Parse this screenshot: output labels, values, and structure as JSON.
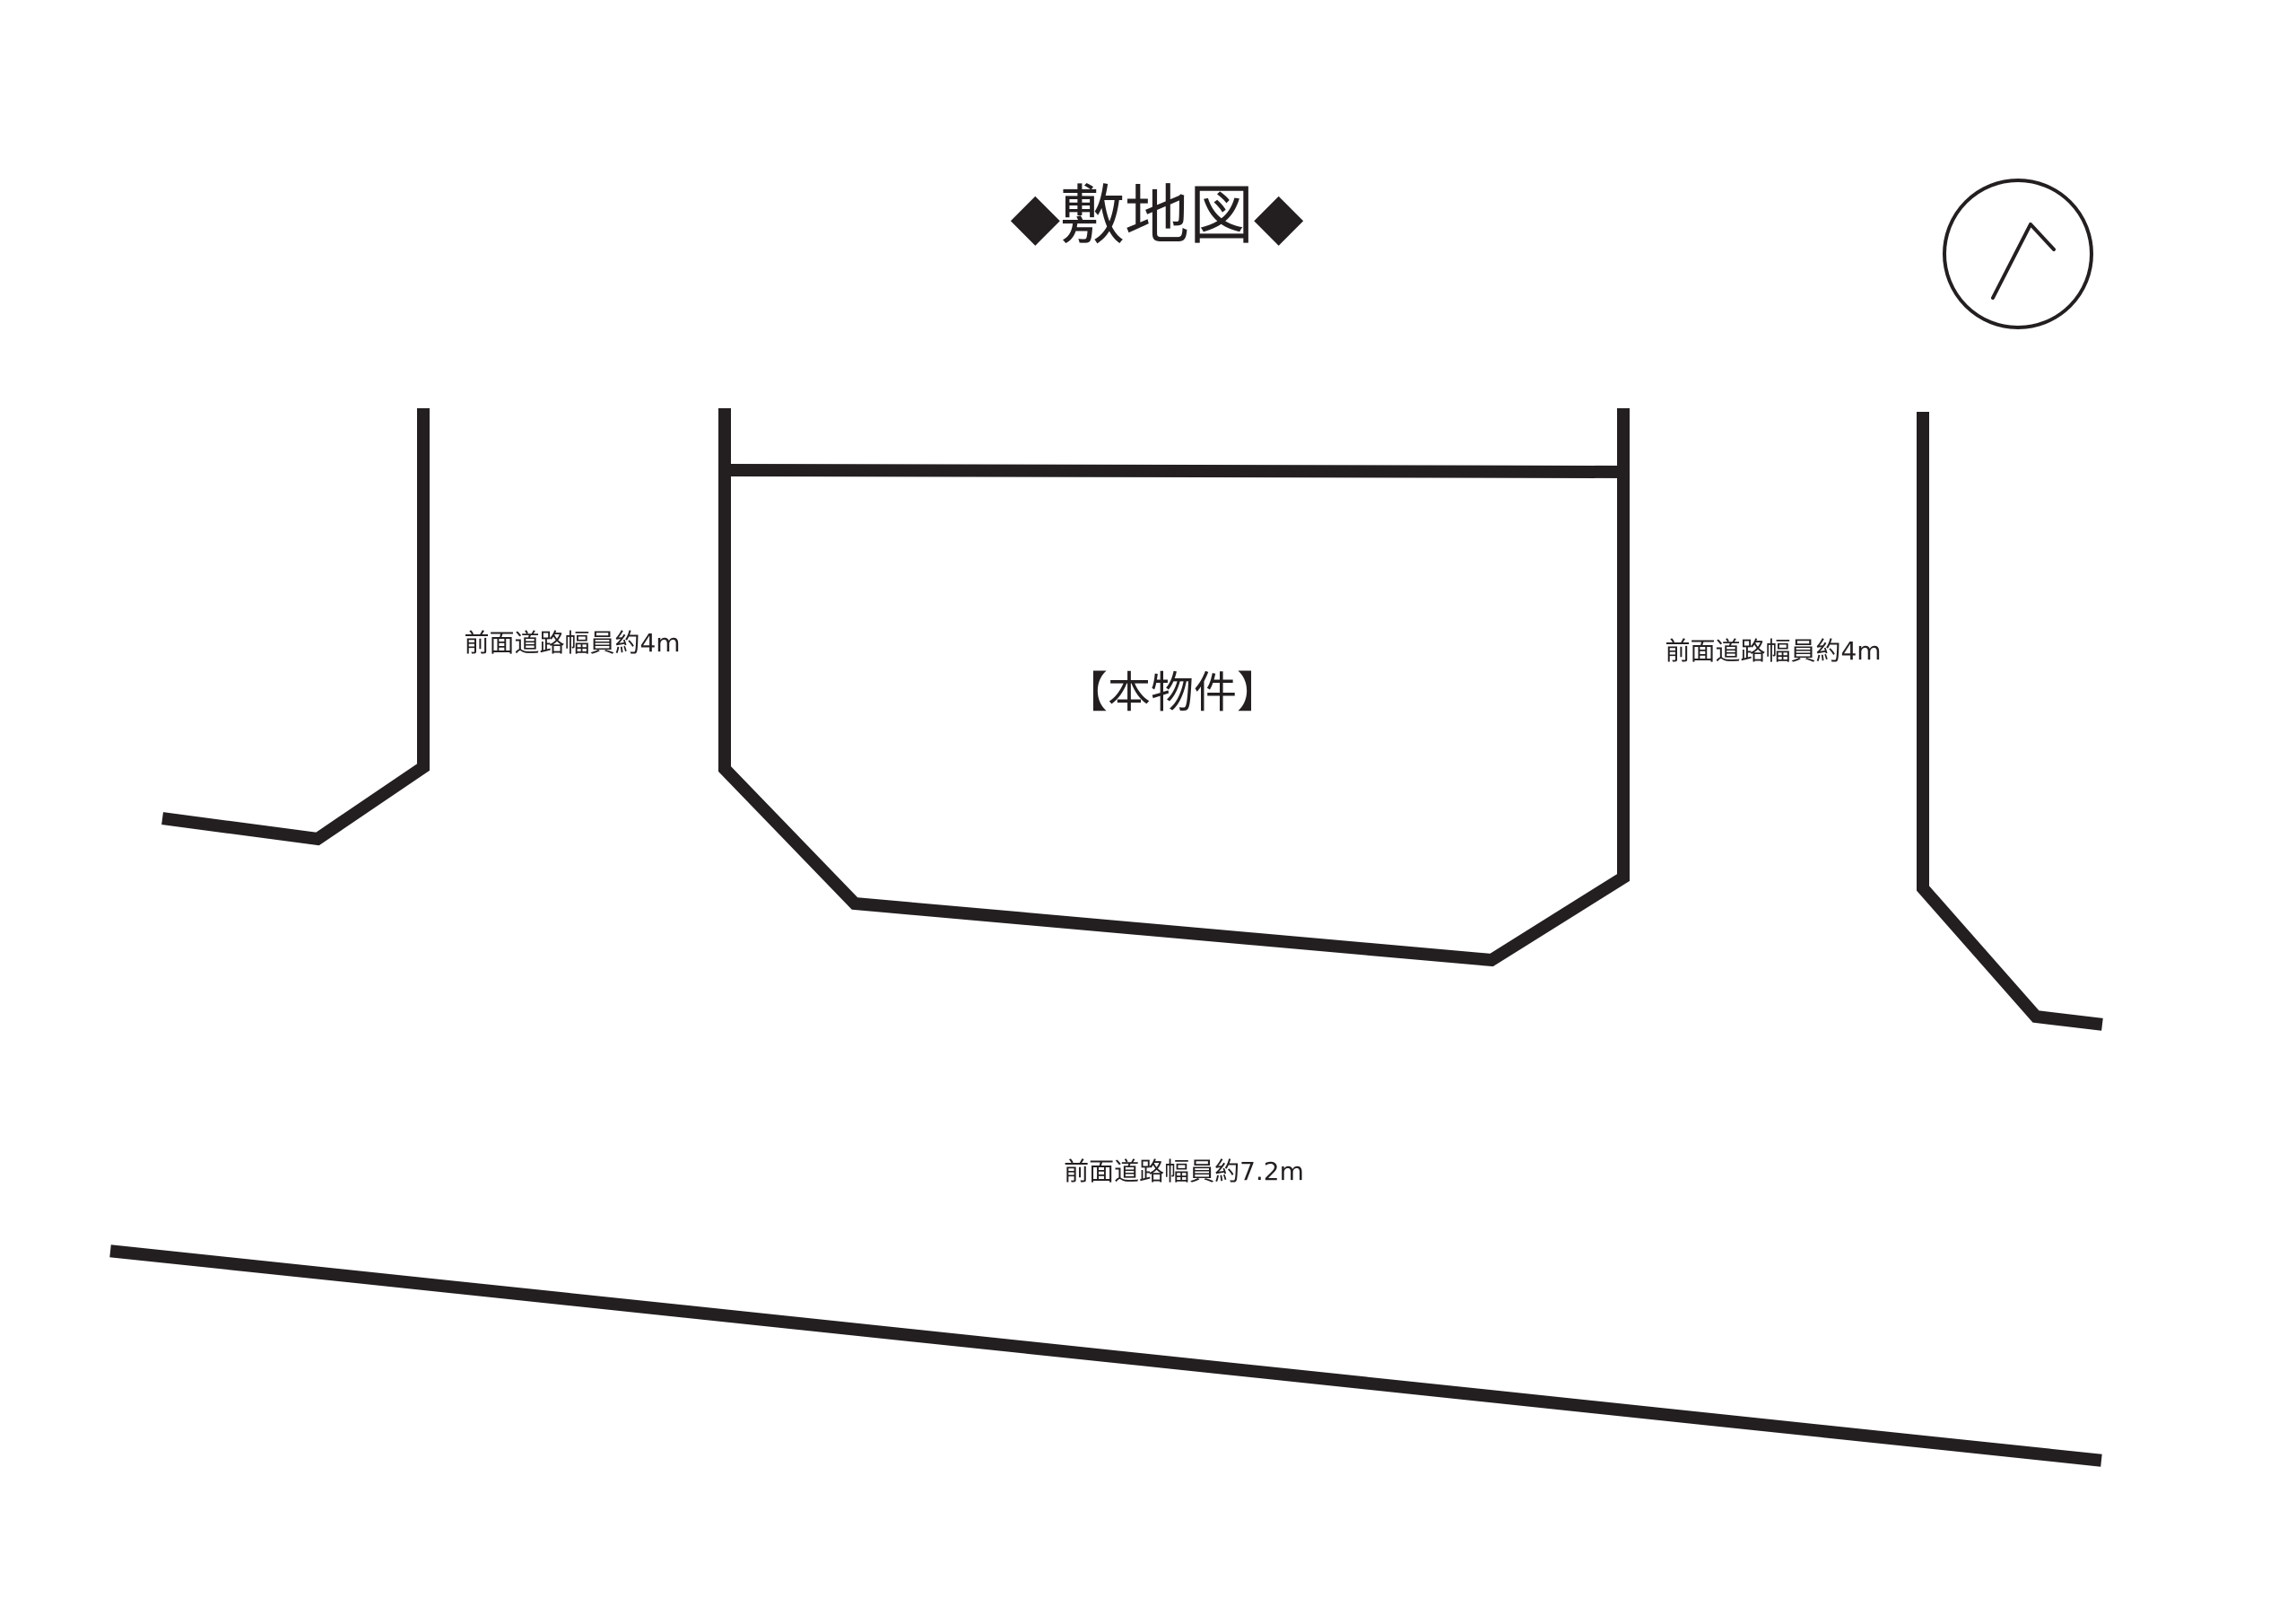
{
  "title": "◆敷地図◆",
  "property_label": "【本物件】",
  "roads": {
    "left_side_width": "前面道路幅員約4m",
    "right_side_width": "前面道路幅員約4m",
    "front_width": "前面道路幅員約7.2m"
  },
  "north_arrow": {
    "icon": "north-arrow-icon"
  },
  "colors": {
    "line": "#231f20",
    "background": "#ffffff"
  }
}
